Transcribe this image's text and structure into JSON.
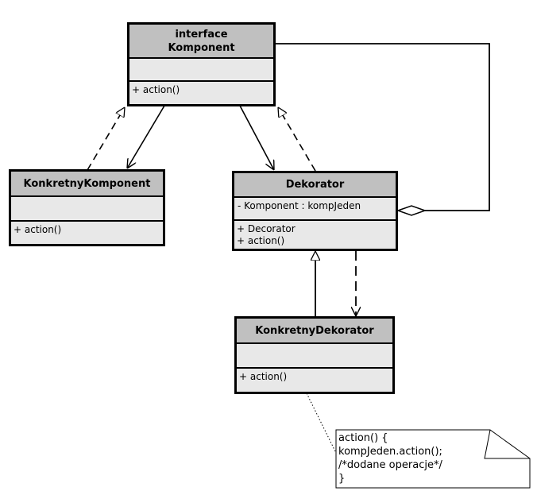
{
  "classes": {
    "komponent": {
      "stereotype": "interface",
      "name": "Komponent",
      "operations": [
        "+ action()"
      ]
    },
    "konkretny_komponent": {
      "name": "KonkretnyKomponent",
      "operations": [
        "+ action()"
      ]
    },
    "dekorator": {
      "name": "Dekorator",
      "attributes": [
        "- Komponent : kompJeden"
      ],
      "operations": [
        "+ Decorator",
        "+ action()"
      ]
    },
    "konkretny_dekorator": {
      "name": "KonkretnyDekorator",
      "operations": [
        "+ action()"
      ]
    }
  },
  "note": {
    "lines": [
      "action() {",
      "kompJeden.action();",
      "/*dodane operacje*/",
      "}"
    ]
  },
  "relationships": [
    {
      "type": "realization",
      "from": "KonkretnyKomponent",
      "to": "Komponent"
    },
    {
      "type": "association",
      "from": "Komponent",
      "to": "KonkretnyKomponent"
    },
    {
      "type": "realization",
      "from": "Dekorator",
      "to": "Komponent"
    },
    {
      "type": "association",
      "from": "Komponent",
      "to": "Dekorator"
    },
    {
      "type": "aggregation",
      "from": "Dekorator",
      "to": "Komponent"
    },
    {
      "type": "generalization",
      "from": "KonkretnyDekorator",
      "to": "Dekorator"
    },
    {
      "type": "dependency",
      "from": "Dekorator",
      "to": "KonkretnyDekorator"
    },
    {
      "type": "note-link",
      "from": "note",
      "to": "KonkretnyDekorator"
    }
  ],
  "colors": {
    "header_fill": "#c0c0c0",
    "body_fill": "#e8e8e8",
    "line": "#000000"
  }
}
